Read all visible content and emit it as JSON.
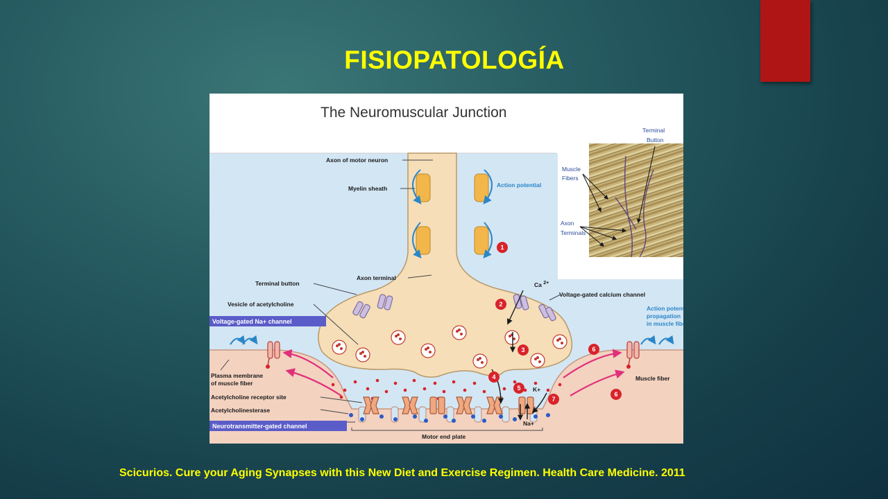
{
  "slide": {
    "title": "FISIOPATOLOGÍA",
    "citation": "Scicurios. Cure your Aging Synapses with this New Diet and Exercise Regimen. Health Care Medicine. 2011"
  },
  "diagram": {
    "title": "The Neuromuscular Junction",
    "labels": {
      "axon_motor_neuron": "Axon of motor neuron",
      "myelin_sheath": "Myelin sheath",
      "action_potential": "Action potential",
      "terminal_button": "Terminal button",
      "axon_terminal": "Axon terminal",
      "vesicle_ach": "Vesicle of acetylcholine",
      "voltage_gated_na": "Voltage-gated Na+ channel",
      "plasma_membrane_1": "Plasma membrane",
      "plasma_membrane_2": "of muscle fiber",
      "ach_receptor_site": "Acetylcholine receptor site",
      "acetylcholinesterase": "Acetylcholinesterase",
      "neurotransmitter_gated": "Neurotransmitter-gated channel",
      "motor_end_plate": "Motor end plate",
      "ca_ion": "Ca",
      "ca_charge": "2+",
      "voltage_gated_ca": "Voltage-gated calcium channel",
      "ap_propagation_1": "Action potential",
      "ap_propagation_2": "propagation",
      "ap_propagation_3": "in muscle fiber",
      "muscle_fiber": "Muscle fiber",
      "k_ion": "K+",
      "na_ion": "Na+"
    },
    "steps": [
      "1",
      "2",
      "3",
      "4",
      "5",
      "6",
      "6",
      "7"
    ],
    "inset": {
      "terminal_button_1": "Terminal",
      "terminal_button_2": "Button",
      "muscle_fibers_1": "Muscle",
      "muscle_fibers_2": "Fibers",
      "axon_terminals_1": "Axon",
      "axon_terminals_2": "Terminals"
    }
  },
  "colors": {
    "title": "#ffff00",
    "accent_tab": "#b01515",
    "label_box": "#5a5cc8",
    "step_marker": "#d8232a",
    "diagram_blue_text": "#2a86c8"
  }
}
